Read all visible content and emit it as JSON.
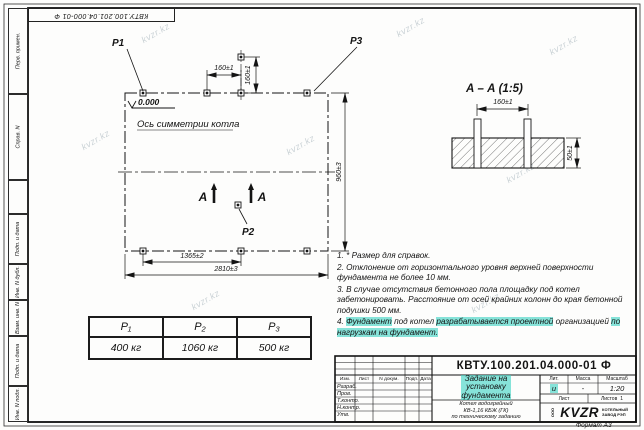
{
  "colors": {
    "highlight": "#3dd3c4",
    "line": "#1c1c1c",
    "watermark": "#aab7be"
  },
  "frame": {
    "stamp": "КВТУ.100.201.04.000-01 Ф",
    "left_cells": [
      "Перв. примен.",
      "Справ. N",
      "",
      "Подп. и дата",
      "Инв. N дубл.",
      "Взам. инв. N",
      "Подп. и дата",
      "Инв. N подл."
    ],
    "format_label": "Формат А3"
  },
  "watermark": {
    "text": "kvzr.kz"
  },
  "plan": {
    "p1": "P1",
    "p2": "P2",
    "p3": "P3",
    "elevation": "0.000",
    "axis_label": "Ось симметрии котла",
    "dim_160_h": "160±1",
    "dim_160_v": "160±1",
    "dim_960": "960±3",
    "dim_1365": "1365±2",
    "dim_2810": "2810±3",
    "section_letter": "А"
  },
  "section_view": {
    "title": "А – А (1:5)",
    "dim_160": "160±1",
    "dim_50": "50±1"
  },
  "notes": {
    "n1": "1. * Размер для справок.",
    "n2": "2. Отклонение от горизонтального уровня верхней поверхности фундамента не более 10 мм.",
    "n3": "3. В случае отсутствия бетонного пола площадку под котел забетонировать. Расстояние от осей крайних колонн до края бетонной подушки 500 мм.",
    "n4_parts": [
      {
        "t": "4. ",
        "hl": false
      },
      {
        "t": "Фундамент",
        "hl": true
      },
      {
        "t": " под котел ",
        "hl": false
      },
      {
        "t": "разрабатывается проектной",
        "hl": true
      },
      {
        "t": " организацией ",
        "hl": false
      },
      {
        "t": "по нагрузкам на фундамент.",
        "hl": true
      }
    ]
  },
  "load_table": {
    "headers": [
      "P₁",
      "P₂",
      "P₃"
    ],
    "values": [
      "400 кг",
      "1060 кг",
      "500 кг"
    ]
  },
  "title_block": {
    "number": "КВТУ.100.201.04.000-01 Ф",
    "rev_header": [
      "Изм.",
      "Лист",
      "N докум.",
      "Подп.",
      "Дата"
    ],
    "roles": [
      "Разраб.",
      "Пров.",
      "Т.контр.",
      "Н.контр.",
      "Утв."
    ],
    "title": "Задание на\nустановку\nфундамента",
    "subtitle": "Котел водогрейный\nКВ-1,16 КБЖ (ГК)\nпо техническому заданию",
    "lit_label": "Лит.",
    "mass_label": "Масса",
    "scale_label": "Масштаб",
    "lit_value": "и",
    "mass_value": "-",
    "scale_value": "1:20",
    "sheet_label": "Лист",
    "sheets_label": "Листов",
    "sheets_value": "1",
    "logo_prefix": "ООО",
    "logo_text": "KVZR",
    "logo_caption": "КОТЕЛЬНЫЙ\nЗАВОД РЭП"
  }
}
